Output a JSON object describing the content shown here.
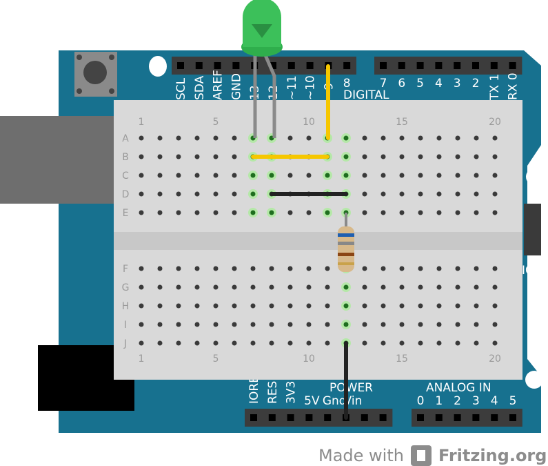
{
  "board": {
    "digital_label": "DIGITAL",
    "top_left_pins": [
      "SCL",
      "SDA",
      "AREF",
      "GND",
      "13",
      "12",
      "~11",
      "~10",
      "~9",
      "8"
    ],
    "top_right_pins": [
      "7",
      "6",
      "5",
      "4",
      "3",
      "2",
      "TX 1",
      "RX 0"
    ],
    "power_label": "POWER",
    "power_pins": [
      "IOREF",
      "RESET",
      "3V3",
      "5V",
      "Gnd",
      "Vin"
    ],
    "analog_label": "ANALOG IN",
    "analog_pins": [
      "0",
      "1",
      "2",
      "3",
      "4",
      "5"
    ],
    "icsp_label": "ICSP",
    "color": "#17718f"
  },
  "breadboard": {
    "column_labels": [
      "1",
      "5",
      "10",
      "15",
      "20"
    ],
    "rows_top": [
      "A",
      "B",
      "C",
      "D",
      "E"
    ],
    "rows_bottom": [
      "F",
      "G",
      "H",
      "I",
      "J"
    ]
  },
  "components": {
    "led_color": "#3cc05a",
    "wire_yellow": "#f6c700",
    "wire_black": "#222222"
  },
  "credit": {
    "prefix": "Made with",
    "brand": "Fritzing.org"
  }
}
